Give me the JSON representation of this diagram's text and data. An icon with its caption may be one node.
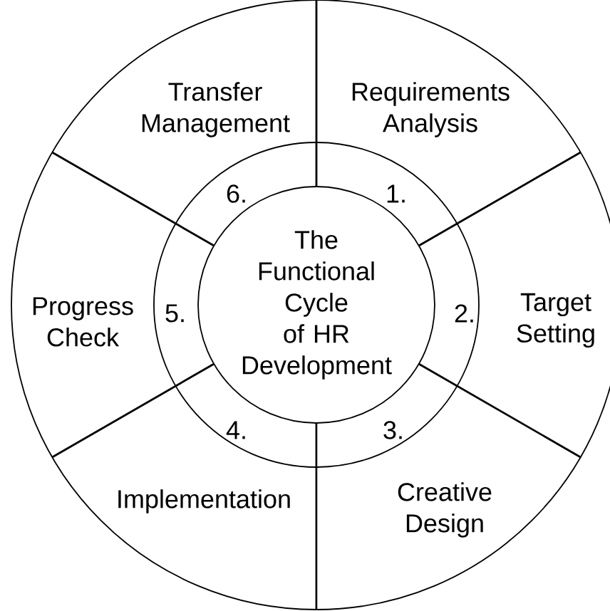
{
  "diagram": {
    "nodes": [
      {
        "text": [
          "The Functional Cycle of HR Development"
        ]
      },
      {
        "text": [
          "Requirements Analysis"
        ]
      },
      {
        "text": [
          "Target Setting"
        ]
      },
      {
        "text": [
          "Creative Design"
        ]
      },
      {
        "text": [
          "Implementation"
        ]
      },
      {
        "text": [
          "Progress Check"
        ]
      },
      {
        "text": [
          "Transfer Management"
        ]
      }
    ],
    "labels": [
      "6.",
      "1.",
      "5.",
      "2.",
      "4.",
      "3."
    ]
  }
}
